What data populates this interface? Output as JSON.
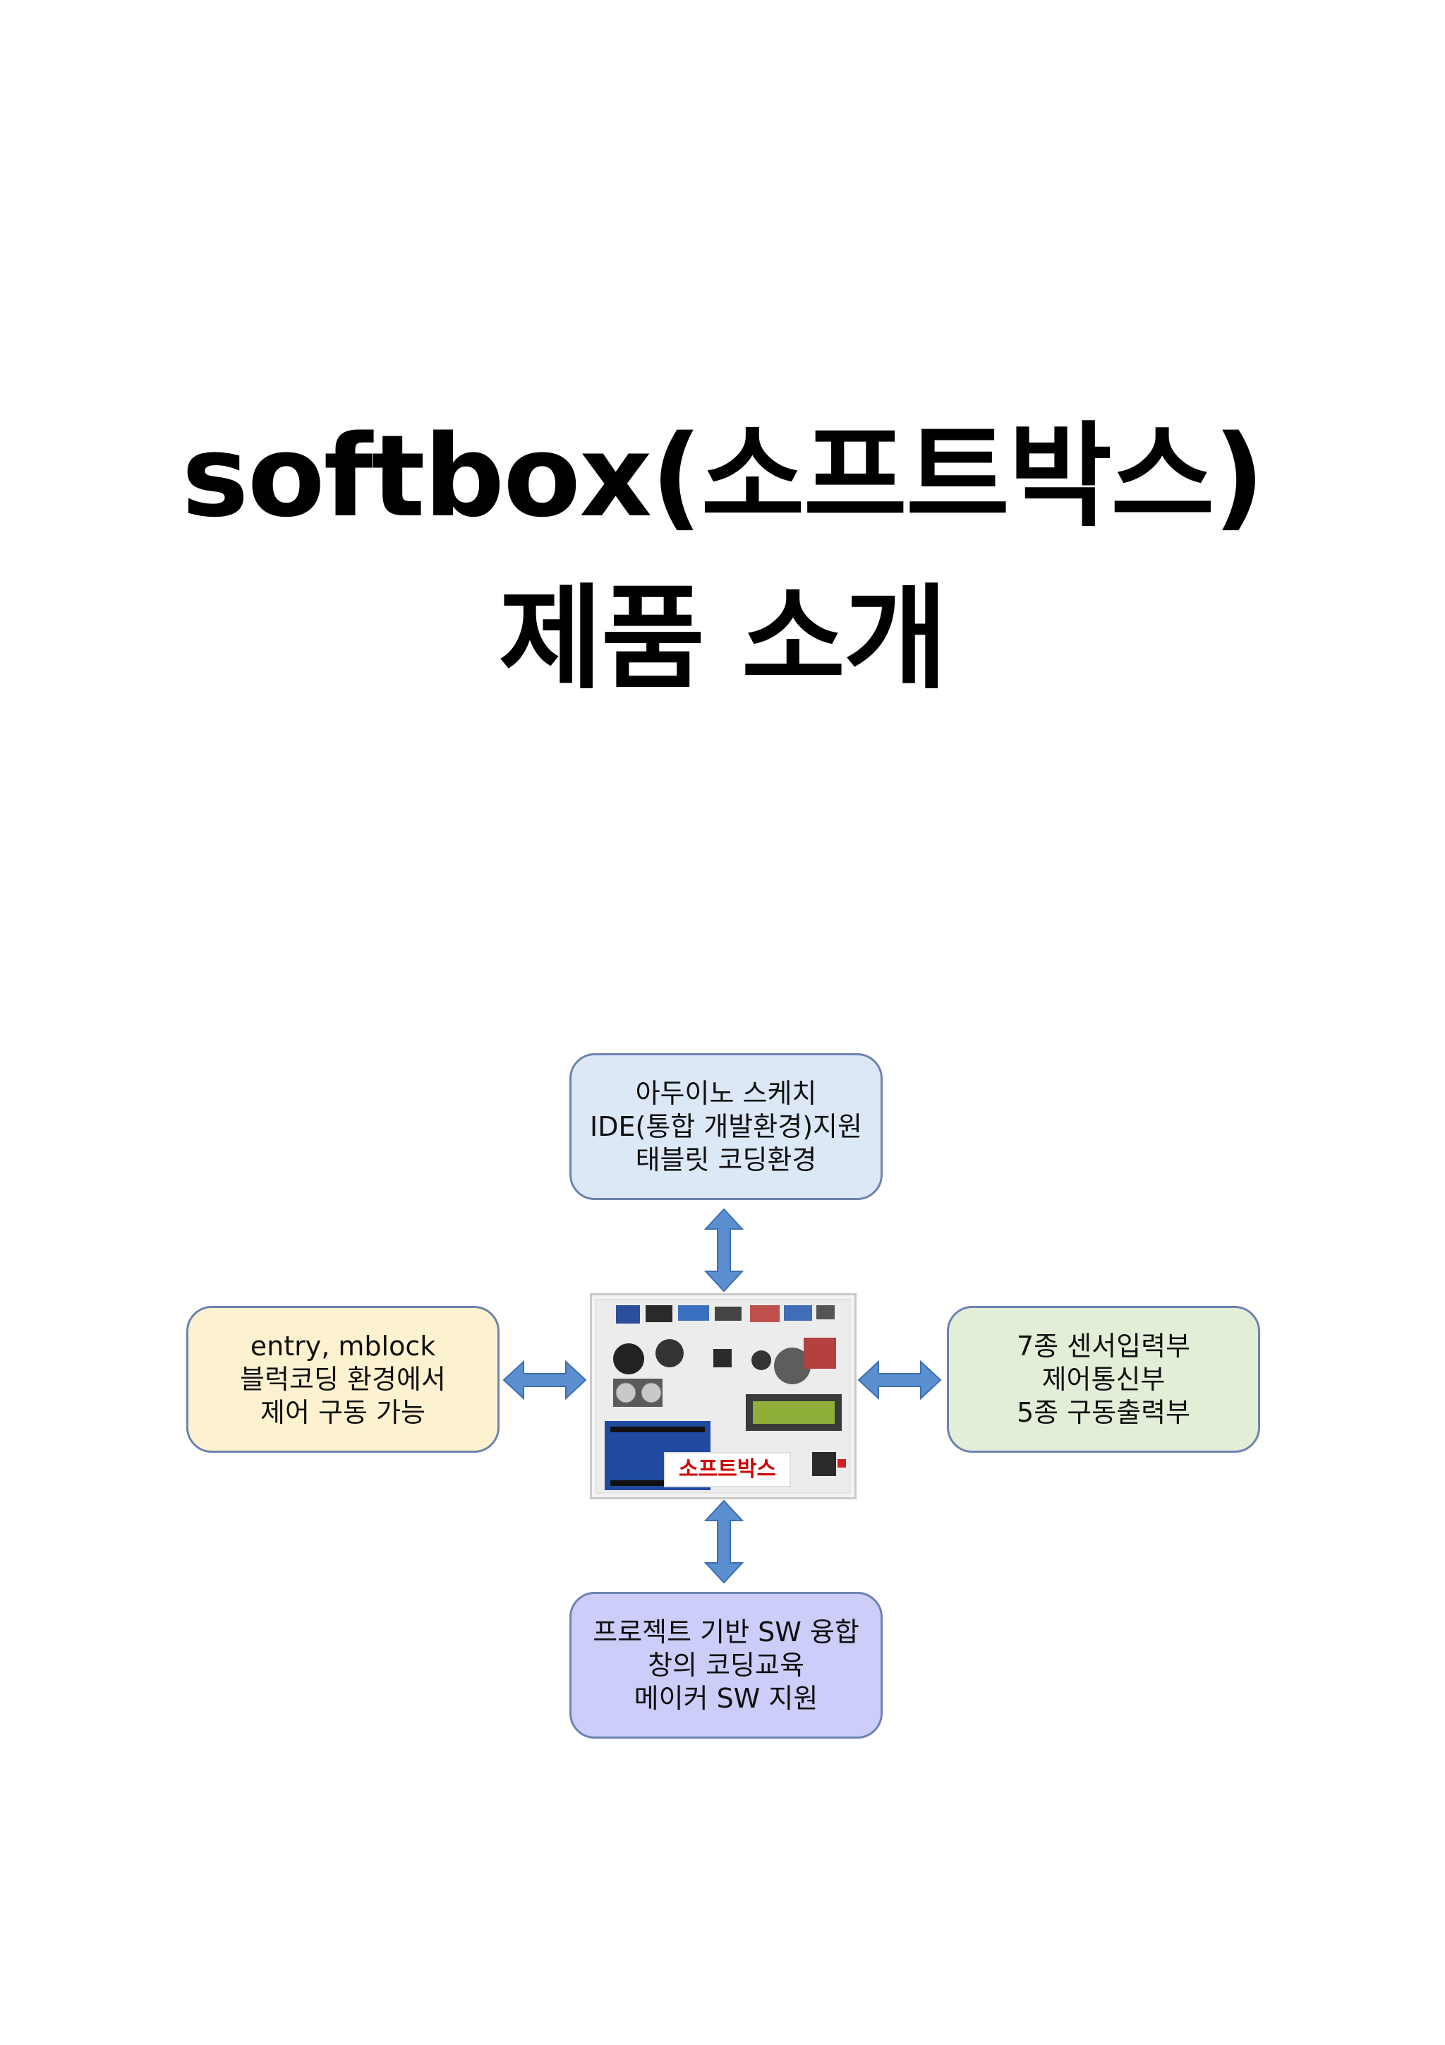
{
  "title": {
    "line1": "softbox(소프트박스)",
    "line2": "제품  소개"
  },
  "diagram": {
    "center": {
      "label": "소프트박스"
    },
    "top": {
      "lines": [
        "아두이노 스케치",
        "IDE(통합 개발환경)지원",
        "태블릿 코딩환경"
      ]
    },
    "left": {
      "lines": [
        "entry, mblock",
        "블럭코딩 환경에서",
        "제어 구동 가능"
      ]
    },
    "right": {
      "lines": [
        "7종 센서입력부",
        "제어통신부",
        "5종 구동출력부"
      ]
    },
    "bottom": {
      "lines": [
        "프로젝트 기반 SW 융합",
        "창의 코딩교육",
        "메이커 SW 지원"
      ]
    }
  },
  "colors": {
    "top_box": "#dce8f6",
    "left_box": "#fdf2d0",
    "right_box": "#e3eed9",
    "bottom_box": "#cccdf8",
    "box_border": "#6d83b0",
    "arrow": "#5b8fd0",
    "center_label": "#d00000"
  }
}
